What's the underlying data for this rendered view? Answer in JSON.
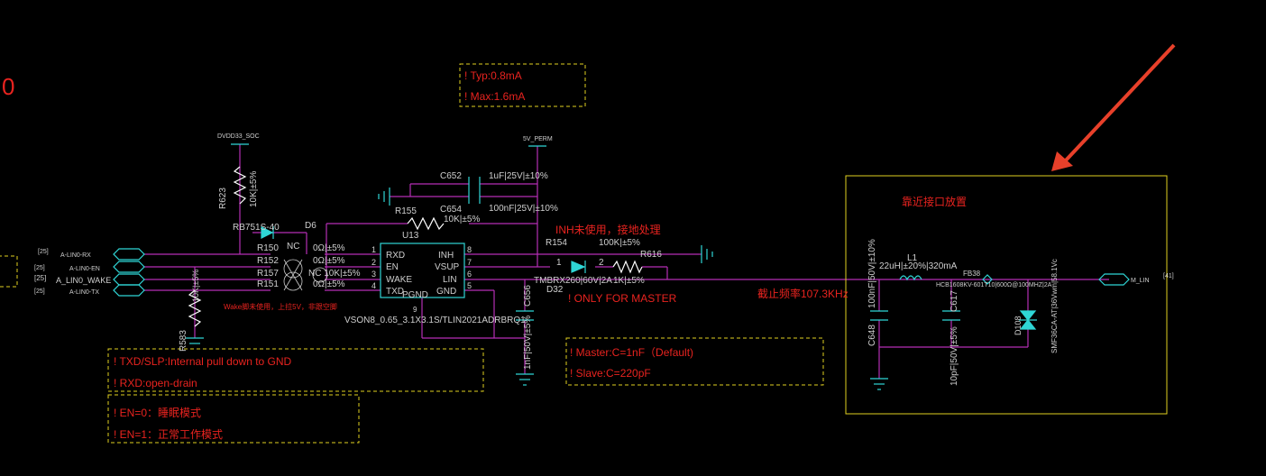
{
  "page_fragment": "0",
  "notes": {
    "current": [
      "! Typ:0.8mA",
      "! Max:1.6mA"
    ],
    "txd": [
      "! TXD/SLP:Internal pull down to GND",
      "! RXD:open-drain"
    ],
    "en": [
      "! EN=0：睡眠模式",
      "! EN=1：正常工作模式"
    ],
    "master": [
      "! Master:C=1nF（Default)",
      "! Slave:C=220pF"
    ],
    "only_master": "! ONLY FOR MASTER",
    "inh": "INH未使用，接地处理",
    "cutoff": "截止频率107.3KHz",
    "wake": "Wake脚未使用，上拉5V，非跟空脚",
    "near": "靠近接口放置"
  },
  "nets": {
    "dvdd": "DVDD33_SOC",
    "v5": "5V_PERM",
    "rx": "A-LIN0-RX",
    "en": "A-LIN0-EN",
    "wake": "A_LIN0_WAKE",
    "tx": "A-LIN0-TX",
    "ref1": "[25]",
    "ref2": "[25]",
    "ref3": "[25]",
    "ref4": "[25]",
    "mlin": "M_LIN",
    "mlin_ref": "[41]"
  },
  "ic": {
    "ref": "U13",
    "part": "VSON8_0.65_3.1X3.1S/TLIN2021ADRBRQ1",
    "pins_left": [
      "RXD",
      "EN",
      "WAKE",
      "TXD"
    ],
    "pins_left_num": [
      "1",
      "2",
      "3",
      "4"
    ],
    "pins_right": [
      "INH",
      "VSUP",
      "LIN",
      "GND"
    ],
    "pins_right_num": [
      "8",
      "7",
      "6",
      "5"
    ],
    "pgnd": "PGND",
    "pgnd_num": "9"
  },
  "parts": {
    "r623_ref": "R623",
    "r623_val": "10K|±5%",
    "d6_part": "RB751S-40",
    "d6_ref": "D6",
    "nc1": "NC",
    "r150": "R150",
    "r152": "R152",
    "r157": "R157",
    "r151": "R151",
    "v150": "0Ω|±5%",
    "v152": "0Ω|±5%",
    "v157": "NC 10K|±5%",
    "v151": "0Ω|±5%",
    "r583_ref": "R583",
    "r583_val": "10K|±5%",
    "c652_ref": "C652",
    "c652_val": "1uF|25V|±10%",
    "c654_ref": "C654",
    "c654_val": "100nF|25V|±10%",
    "r155_ref": "R155",
    "r155_val": "10K|±5%",
    "r154_ref": "R154",
    "r154_val": "100K|±5%",
    "r616_ref": "R616",
    "d32_part": "TMBRX260|60V|2A",
    "d32_ref": "D32",
    "d32_p1": "1",
    "d32_p2": "2",
    "r616_val": "1K|±5%",
    "c656_ref": "C656",
    "c656_val": "1nF|50V|±5%",
    "l1_ref": "L1",
    "l1_val": "22uH|±20%|320mA",
    "fb38_ref": "FB38",
    "fb38_val": "HCB1608KV-601T10|600Ω@100MHZ|2A",
    "c648_ref": "C648",
    "c648_val": "100nF|50V|±10%",
    "c617_ref": "C617",
    "c617_val": "10pF|50V|±5%",
    "d108_ref": "D108",
    "d108_val": "SMF36CA-AT|36Vwm|58.1Vc"
  },
  "colors": {
    "wire": "#b52eb5",
    "symbol": "#2fd6d6",
    "note": "#e8231f",
    "box": "#e0d020",
    "arrow": "#e8402a"
  }
}
